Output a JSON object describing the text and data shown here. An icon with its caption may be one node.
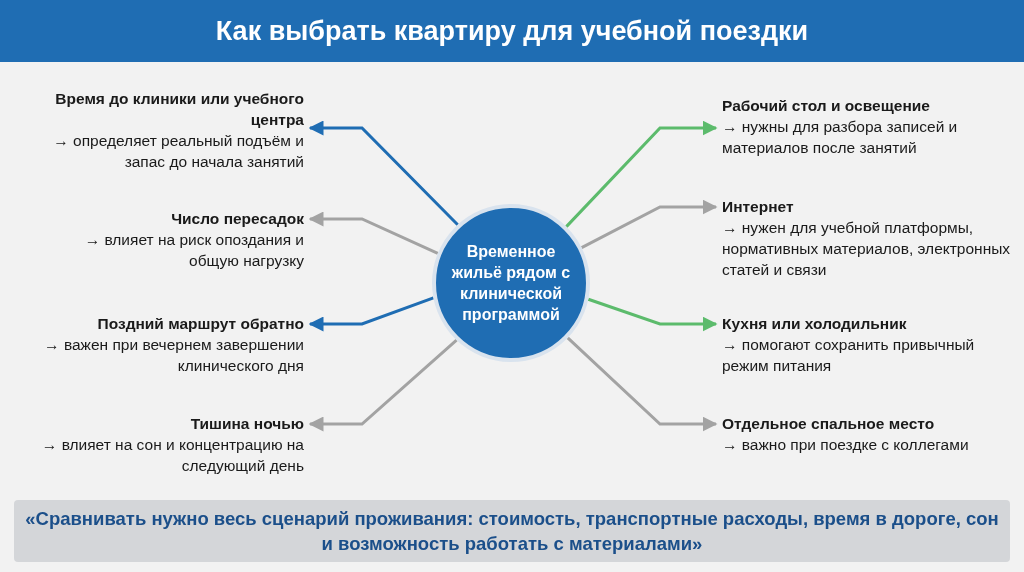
{
  "diagram": {
    "title": "Как выбрать квартиру для учебной поездки",
    "nodes": [
      {
        "text": [
          "Временное жильё рядом с клинической программой"
        ]
      },
      {
        "text": [
          "Время до клиники или учебного центра",
          "→ определяет реальный подъём и запас до начала занятий"
        ]
      },
      {
        "text": [
          "Число пересадок",
          "→ влияет на риск опоздания и общую нагрузку"
        ]
      },
      {
        "text": [
          "Поздний маршрут обратно",
          "→ важен при вечернем завершении клинического дня"
        ]
      },
      {
        "text": [
          "Тишина ночью",
          "→ влияет на сон и концентрацию на следующий день"
        ]
      },
      {
        "text": [
          "Рабочий стол и освещение",
          "→ нужны для разбора записей и материалов после занятий"
        ]
      },
      {
        "text": [
          "Интернет",
          "→ нужен для учебной платформы, нормативных материалов, электронных статей и связи"
        ]
      },
      {
        "text": [
          "Кухня или холодильник",
          "→ помогают сохранить привычный режим питания"
        ]
      },
      {
        "text": [
          "Отдельное спальное место",
          "→ важно при поездке с коллегами"
        ]
      }
    ],
    "edges": [
      {
        "from": 0,
        "to": 1,
        "arrow": "to",
        "color": "#1f6db3"
      },
      {
        "from": 0,
        "to": 2,
        "arrow": "to"
      },
      {
        "from": 0,
        "to": 3,
        "arrow": "to",
        "color": "#1f6db3"
      },
      {
        "from": 0,
        "to": 4,
        "arrow": "to"
      },
      {
        "from": 0,
        "to": 5,
        "arrow": "to",
        "color": "#5cbb6c"
      },
      {
        "from": 0,
        "to": 6,
        "arrow": "to"
      },
      {
        "from": 0,
        "to": 7,
        "arrow": "to",
        "color": "#5cbb6c"
      },
      {
        "from": 0,
        "to": 8,
        "arrow": "to"
      }
    ],
    "caption": "«Сравнивать нужно весь сценарий проживания: стоимость, транспортные расходы, время в дороге, сон и возможность работать с материалами»"
  }
}
